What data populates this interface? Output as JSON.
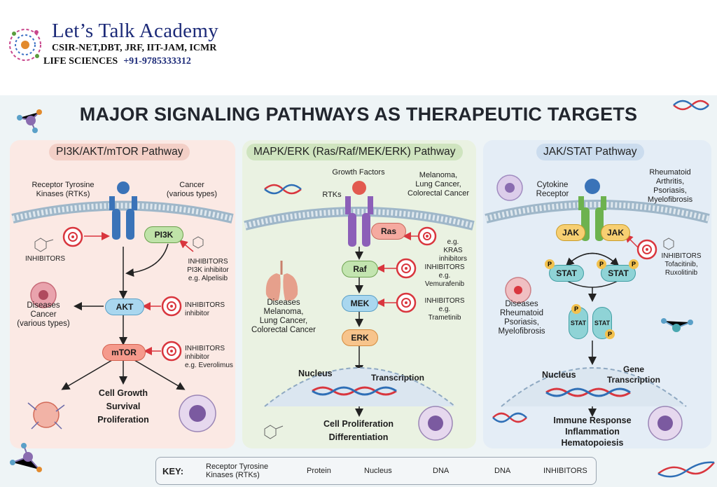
{
  "header": {
    "title": "Let’s Talk Academy",
    "subtitle": "CSIR-NET,DBT, JRF, IIT-JAM, ICMR",
    "subtitle2": "LIFE SCIENCES",
    "phone": "+91-9785333312"
  },
  "poster": {
    "title": "MAJOR SIGNALING PATHWAYS AS THERAPEUTIC TARGETS"
  },
  "pi3k": {
    "title": "PI3K/AKT/mTOR Pathway",
    "rtk_label": "Receptor Tyrosine\nKinases (RTKs)",
    "cancer_label": "Cancer\n(various types)",
    "pi3k": "PI3K",
    "akt": "AKT",
    "mtor": "mTOR",
    "inhibitors_left": "INHIBITORS",
    "inh_pi3k": "INHIBITORS\nPI3K inhibitor\ne.g. Alpelisib",
    "inh_akt": "INHIBITORS\ninhibitor",
    "inh_mtor": "INHIBITORS\ninhibitor\ne.g. Everolimus",
    "diseases": "Diseases\nCancer\n(various types)",
    "outcome": "Cell Growth\nSurvival\nProliferation"
  },
  "mapk": {
    "title": "MAPK/ERK (Ras/Raf/MEK/ERK) Pathway",
    "growth_factors": "Growth Factors",
    "rtks": "RTKs",
    "cancer_label": "Melanoma,\nLung Cancer,\nColorectal Cancer",
    "ras": "Ras",
    "raf": "Raf",
    "mek": "MEK",
    "erk": "ERK",
    "inh_ras": "e.g.\nKRAS inhibitors",
    "inh_raf": "INHIBITORS\ne.g.\nVemurafenib",
    "inh_mek": "INHIBITORS\ne.g.\nTrametinib",
    "diseases": "Diseases\nMelanoma,\nLung Cancer,\nColorectal Cancer",
    "nucleus": "Nucleus",
    "transcription": "Transcription",
    "outcome": "Cell Proliferation\nDifferentiation"
  },
  "jak": {
    "title": "JAK/STAT Pathway",
    "receptor": "Cytokine\nReceptor",
    "disease_top": "Rheumatoid\nArthritis,\nPsoriasis,\nMyelofibrosis",
    "jak": "JAK",
    "stat": "STAT",
    "p": "P",
    "inh": "INHIBITORS\nTofacitinib,\nRuxolitinib",
    "diseases": "Diseases\nRheumatoid\nPsoriasis,\nMyelofibrosis",
    "nucleus": "Nucleus",
    "gene_transcription": "Gene\nTranscription",
    "outcome": "Immune Response\nInflammation\nHematopoiesis"
  },
  "key": {
    "title": "KEY:",
    "rtk": "Receptor Tyrosine\nKinases (RTKs)",
    "protein": "Protein",
    "nucleus": "Nucleus",
    "dna": "DNA",
    "dna2": "DNA",
    "inhibitors": "INHIBITORS"
  },
  "colors": {
    "pi3k_panel": "#fbe9e4",
    "mapk_panel": "#eaf2e2",
    "jak_panel": "#e4edf6",
    "inhibitor": "#d9363e",
    "brand": "#1c2a78"
  }
}
